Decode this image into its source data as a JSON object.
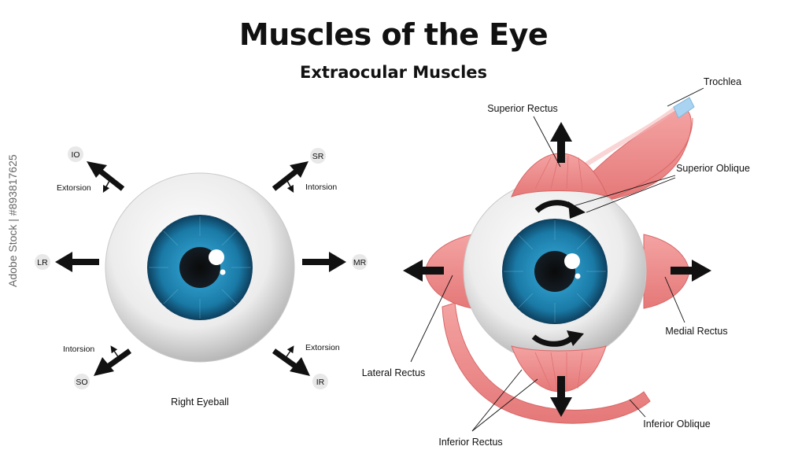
{
  "header": {
    "title": "Muscles of the Eye",
    "subtitle": "Extraocular Muscles"
  },
  "left_panel": {
    "caption": "Right Eyeball",
    "abbreviations": {
      "io": "IO",
      "sr": "SR",
      "lr": "LR",
      "mr": "MR",
      "so": "SO",
      "ir": "IR"
    },
    "movements": {
      "io": "Extorsion",
      "sr": "Intorsion",
      "so": "Intorsion",
      "ir": "Extorsion"
    }
  },
  "right_panel": {
    "labels": {
      "superior_rectus": "Superior Rectus",
      "trochlea": "Trochlea",
      "superior_oblique": "Superior Oblique",
      "lateral_rectus": "Lateral Rectus",
      "medial_rectus": "Medial Rectus",
      "inferior_rectus": "Inferior Rectus",
      "inferior_oblique": "Inferior Oblique"
    }
  },
  "credit": "Adobe Stock | #893817625",
  "colors": {
    "muscle": "#ec8a8a",
    "muscle_dark": "#d96666",
    "iris": "#1f7fa8",
    "sclera": "#f2f2f2",
    "trochlea": "#a9d3f0",
    "arrow": "#111111",
    "badge": "#e8e8e8"
  }
}
